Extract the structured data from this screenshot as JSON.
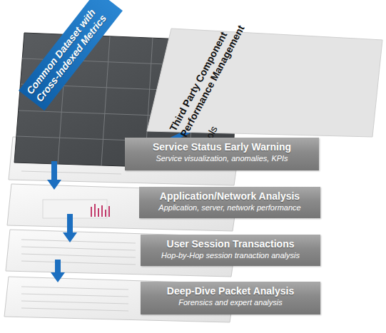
{
  "diagram": {
    "nodes": [
      {
        "text": [
          "Common Dataset with Cross-Indexed Metrics"
        ]
      },
      {
        "text": [
          "Third Party Component Performance Management",
          "Tools"
        ]
      },
      {
        "text": [
          "Service Status Early Warning",
          "Service visualization, anomalies, KPIs"
        ]
      },
      {
        "text": [
          "Application/Network Analysis",
          "Application, server, network performance"
        ]
      },
      {
        "text": [
          "User Session Transactions",
          "Hop-by-Hop session tranaction analysis"
        ]
      },
      {
        "text": [
          "Deep-Dive Packet Analysis",
          "Forensics and expert analysis"
        ]
      }
    ]
  }
}
